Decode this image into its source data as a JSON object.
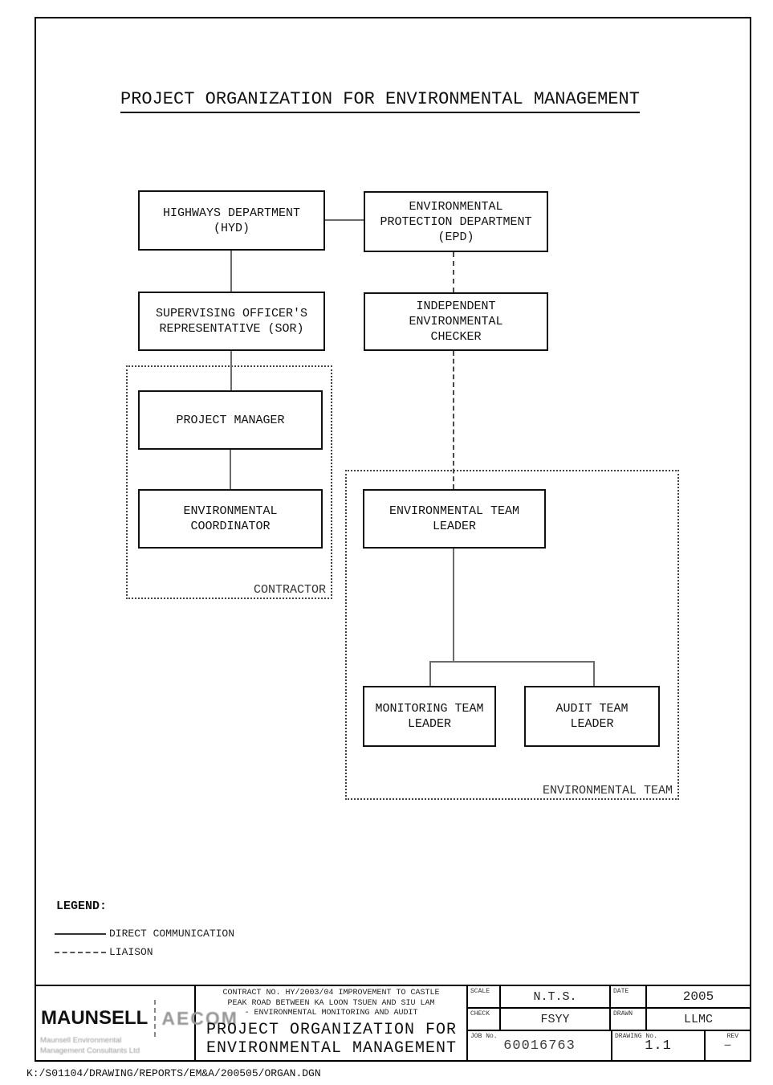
{
  "page_title": "PROJECT ORGANIZATION FOR ENVIRONMENTAL MANAGEMENT",
  "diagram": {
    "nodes": {
      "hyd": {
        "label": "HIGHWAYS DEPARTMENT\n(HYD)"
      },
      "epd": {
        "label": "ENVIRONMENTAL\nPROTECTION DEPARTMENT\n(EPD)"
      },
      "sor": {
        "label": "SUPERVISING OFFICER'S\nREPRESENTATIVE (SOR)"
      },
      "iec": {
        "label": "INDEPENDENT\nENVIRONMENTAL\nCHECKER"
      },
      "pm": {
        "label": "PROJECT MANAGER"
      },
      "ec": {
        "label": "ENVIRONMENTAL\nCOORDINATOR"
      },
      "etl": {
        "label": "ENVIRONMENTAL TEAM\nLEADER"
      },
      "mtl": {
        "label": "MONITORING TEAM\nLEADER"
      },
      "atl": {
        "label": "AUDIT TEAM\nLEADER"
      }
    },
    "regions": {
      "contractor": {
        "label": "CONTRACTOR"
      },
      "environmental_team": {
        "label": "ENVIRONMENTAL TEAM"
      }
    },
    "connections": [
      {
        "from": "hyd",
        "to": "epd",
        "type": "direct"
      },
      {
        "from": "hyd",
        "to": "sor",
        "type": "direct"
      },
      {
        "from": "epd",
        "to": "iec",
        "type": "liaison"
      },
      {
        "from": "sor",
        "to": "pm",
        "type": "direct"
      },
      {
        "from": "pm",
        "to": "ec",
        "type": "direct"
      },
      {
        "from": "iec",
        "to": "etl",
        "type": "liaison"
      },
      {
        "from": "etl",
        "to": "mtl",
        "type": "direct"
      },
      {
        "from": "etl",
        "to": "atl",
        "type": "direct"
      }
    ]
  },
  "legend": {
    "heading": "LEGEND:",
    "items": [
      {
        "style": "solid",
        "label": "DIRECT COMMUNICATION"
      },
      {
        "style": "dashed",
        "label": "LIAISON"
      }
    ]
  },
  "title_block": {
    "logo": {
      "primary": "MAUNSELL",
      "secondary": "AECOM",
      "subtext": "Maunsell Environmental\nManagement Consultants Ltd"
    },
    "contract_text": "CONTRACT NO. HY/2003/04 IMPROVEMENT TO CASTLE\nPEAK ROAD BETWEEN KA LOON TSUEN AND SIU LAM\n- ENVIRONMENTAL MONITORING AND AUDIT",
    "drawing_title": "PROJECT ORGANIZATION FOR\nENVIRONMENTAL MANAGEMENT",
    "fields": {
      "scale_label": "SCALE",
      "scale_value": "N.T.S.",
      "date_label": "DATE",
      "date_value": "2005",
      "check_label": "CHECK",
      "check_value": "FSYY",
      "drawn_label": "DRAWN",
      "drawn_value": "LLMC",
      "job_no_label": "JOB No.",
      "job_no_value": "60016763",
      "drawing_no_label": "DRAWING No.",
      "drawing_no_value": "1.1",
      "rev_label": "REV",
      "rev_value": "–"
    }
  },
  "footer_path": "K:/S01104/DRAWING/REPORTS/EM&A/200505/ORGAN.DGN",
  "colors": {
    "line": "#111111",
    "connector": "#6b6b6b",
    "muted": "#9a9a9a"
  }
}
